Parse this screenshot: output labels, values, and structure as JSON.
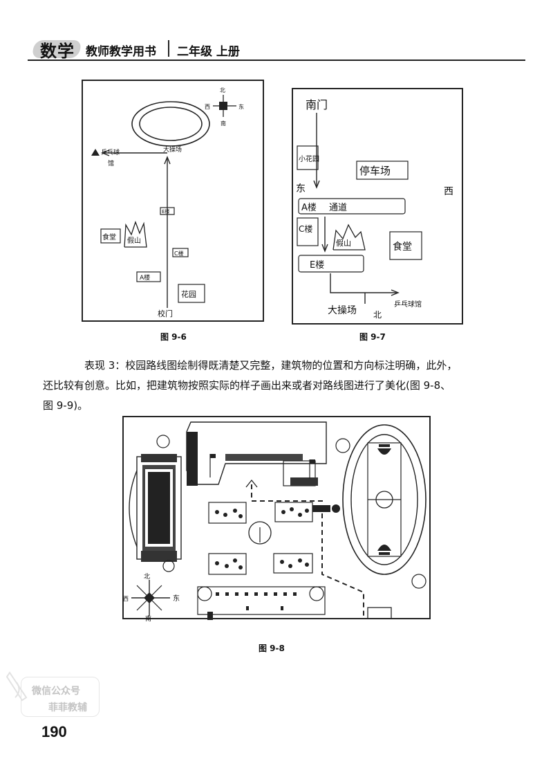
{
  "header": {
    "logo_text": "数学",
    "title": "教师教学用书",
    "grade": "二年级  上册"
  },
  "fig96": {
    "caption": "图 9-6",
    "north": "北",
    "south": "南",
    "east": "东",
    "west": "西",
    "playground": "大操场",
    "pingpong_1": "乒乓球",
    "pingpong_2": "馆",
    "e_building": "E楼",
    "c_building": "C楼",
    "a_building": "A楼",
    "canteen": "食堂",
    "rockery": "假山",
    "garden": "花园",
    "gate": "校门"
  },
  "fig97": {
    "caption": "图 9-7",
    "south_gate": "南门",
    "garden": "小花园",
    "parking": "停车场",
    "east": "东",
    "west": "西",
    "a_building": "A楼",
    "passage": "通道",
    "c_building": "C楼",
    "rockery": "假山",
    "canteen": "食堂",
    "e_building": "E楼",
    "playground": "大操场",
    "north": "北",
    "pingpong": "乒乓球馆"
  },
  "paragraph": {
    "line1": "表现 3：校园路线图绘制得既清楚又完整，建筑物的位置和方向标注明确，此外，",
    "line2": "还比较有创意。比如，把建筑物按照实际的样子画出来或者对路线图进行了美化(图 9-8、",
    "line3": "图 9-9)。"
  },
  "fig98": {
    "caption": "图 9-8",
    "north": "北",
    "south": "南",
    "east": "东",
    "west": "西"
  },
  "page_number": "190",
  "watermark": {
    "line1": "微信公众号",
    "line2": "菲菲教辅"
  }
}
